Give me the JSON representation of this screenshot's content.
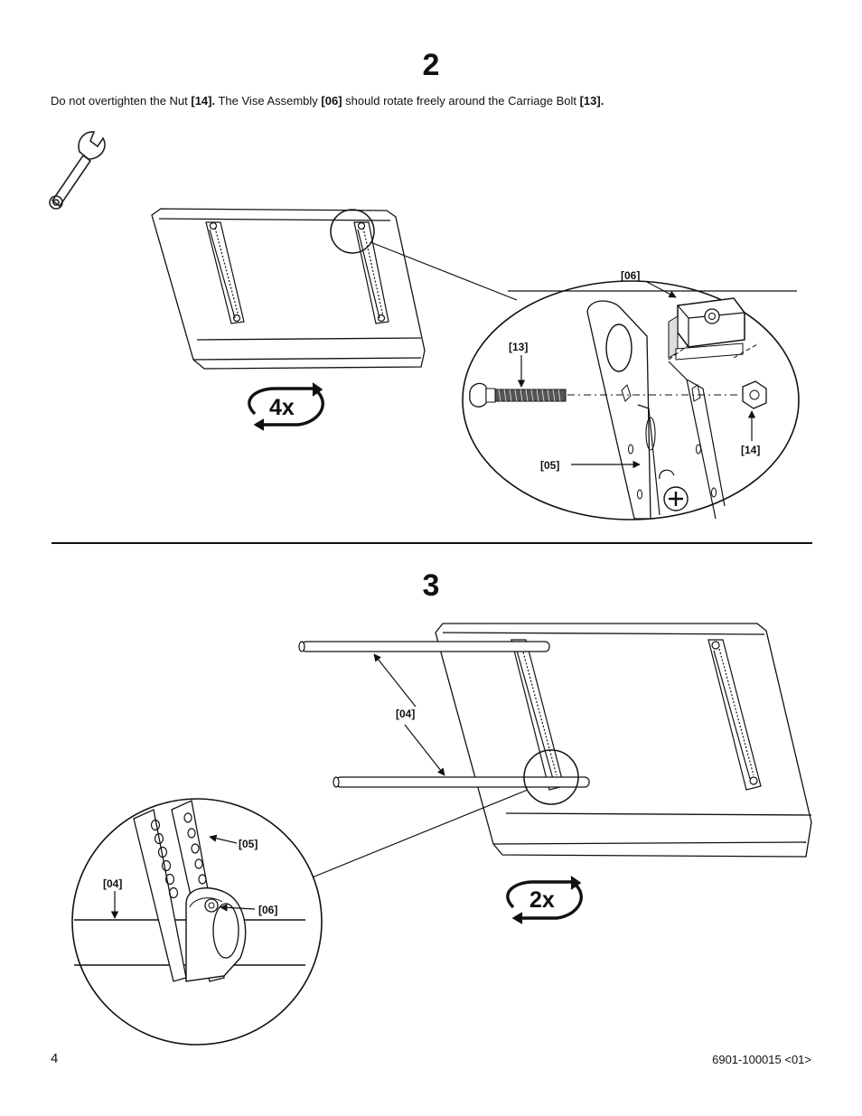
{
  "step2": {
    "number": "2",
    "instruction": {
      "t1": "Do not overtighten the Nut ",
      "b1": "[14].",
      "t2": " The Vise Assembly ",
      "b2": "[06]",
      "t3": " should rotate freely around the Carriage Bolt ",
      "b3": "[13]."
    },
    "labels": {
      "p06": "[06]",
      "p13": "[13]",
      "p14": "[14]",
      "p05": "[05]"
    },
    "multiplier": "4x",
    "tool_icon": "wrench-icon"
  },
  "step3": {
    "number": "3",
    "labels": {
      "p04_top": "[04]",
      "p05": "[05]",
      "p04": "[04]",
      "p06": "[06]"
    },
    "multiplier": "2x"
  },
  "footer": {
    "page_number": "4",
    "doc_code": "6901-100015 <01>"
  }
}
